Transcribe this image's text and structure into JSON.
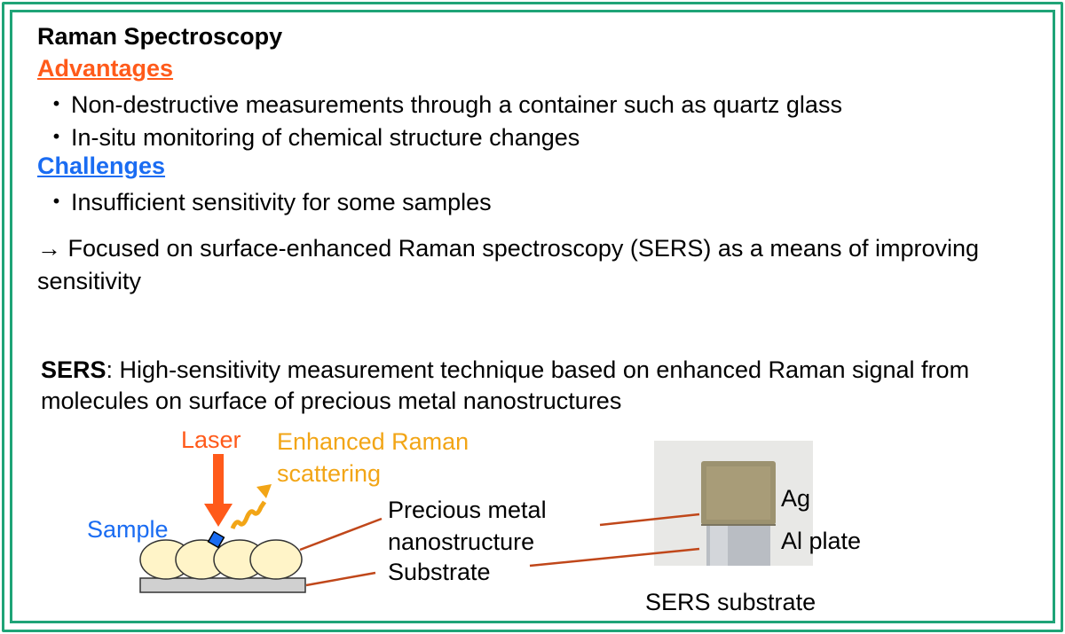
{
  "title": "Raman Spectroscopy",
  "advantages": {
    "heading": "Advantages",
    "items": [
      "Non-destructive measurements through a container such as quartz glass",
      "In-situ monitoring of chemical structure changes"
    ]
  },
  "challenges": {
    "heading": "Challenges",
    "items": [
      "Insufficient sensitivity for some samples"
    ]
  },
  "bullet_glyph": "・",
  "focus_text": "→ Focused on surface-enhanced Raman spectroscopy (SERS) as a means of improving sensitivity",
  "sers": {
    "term": "SERS",
    "definition": ": High-sensitivity measurement technique based on enhanced Raman signal from molecules on surface of precious metal nanostructures"
  },
  "diagram": {
    "laser_label": "Laser",
    "enhanced_label": "Enhanced Raman scattering",
    "sample_label": "Sample",
    "precious_metal_label": "Precious metal nanostructure",
    "substrate_label": "Substrate"
  },
  "photo": {
    "ag_label": "Ag",
    "al_label": "Al plate",
    "caption": "SERS substrate"
  },
  "colors": {
    "frame": "#1fa477",
    "advantages": "#ff5a1a",
    "challenges": "#1a6cf2",
    "laser": "#ff5a1a",
    "enhanced": "#f2a516",
    "sample": "#1a6cf2",
    "leader_line": "#c0471a"
  }
}
